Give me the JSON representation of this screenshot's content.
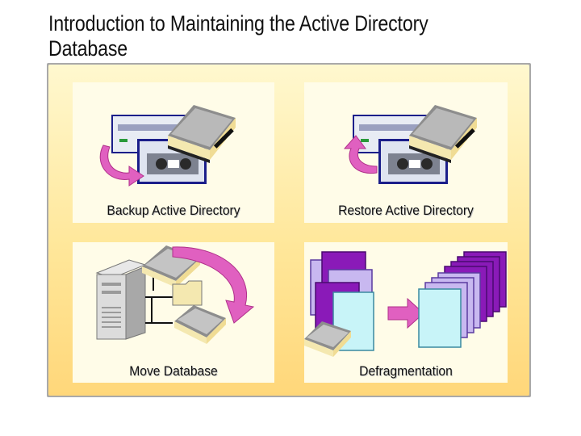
{
  "slide": {
    "title_line1": "Introduction to Maintaining the Active Directory",
    "title_line2": "Database"
  },
  "cards": [
    {
      "label": "Backup Active Directory",
      "icon": "backup-icon"
    },
    {
      "label": "Restore Active Directory",
      "icon": "restore-icon"
    },
    {
      "label": "Move Database",
      "icon": "move-database-icon"
    },
    {
      "label": "Defragmentation",
      "icon": "defragmentation-icon"
    }
  ],
  "colors": {
    "panel_gradient_top": "#fff8cf",
    "panel_gradient_bottom": "#ffd77a",
    "card_background": "#fffce8",
    "arrow_magenta": "#e060c0",
    "page_purple": "#8a1ab8",
    "page_lavender": "#c8b8f0",
    "page_cyan": "#c8f4f8"
  }
}
